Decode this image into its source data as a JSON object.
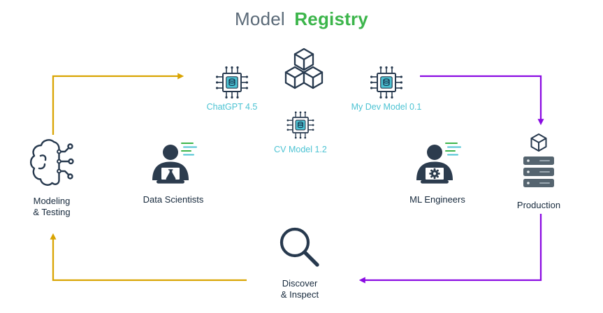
{
  "title": {
    "part1": "Model",
    "part2": "Registry"
  },
  "palette": {
    "green": "#3cb54b",
    "gray_title": "#5b6a78",
    "cyan": "#4cc3d3",
    "orange": "#d9a402",
    "purple": "#8a0be2",
    "dark": "#27394e",
    "dark_fill": "#2c3c4e",
    "label": "#16293c"
  },
  "stages": {
    "modeling": {
      "line1": "Modeling",
      "line2": "& Testing"
    },
    "data_scientists": {
      "label": "Data Scientists"
    },
    "ml_engineers": {
      "label": "ML Engineers"
    },
    "production": {
      "label": "Production"
    },
    "discover": {
      "line1": "Discover",
      "line2": "& Inspect"
    }
  },
  "models": {
    "chatgpt": {
      "label": "ChatGPT 4.5"
    },
    "my_dev": {
      "label": "My Dev Model 0.1"
    },
    "cv": {
      "label": "CV Model 1.2"
    }
  },
  "icons": {
    "registry": "cubes-icon",
    "modeling": "brain-circuit-icon",
    "model_chip": "chip-icon",
    "data_scientists": "person-laptop-flask-icon",
    "ml_engineers": "person-laptop-gear-icon",
    "production": "server-stack-icon",
    "discover": "magnifier-icon"
  }
}
